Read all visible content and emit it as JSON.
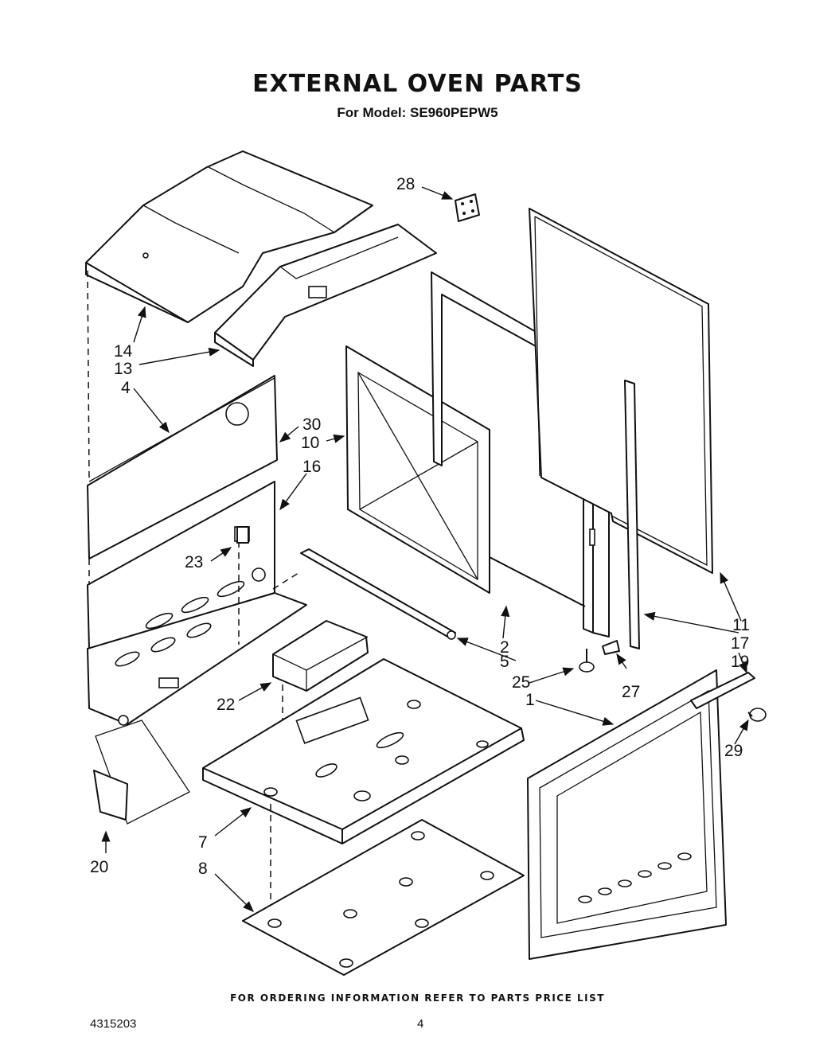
{
  "header": {
    "title": "EXTERNAL OVEN PARTS",
    "subtitle": "For Model: SE960PEPW5"
  },
  "footer": {
    "note": "FOR ORDERING INFORMATION REFER TO PARTS PRICE LIST",
    "doc_number": "4315203",
    "page_number": "4"
  },
  "callouts": {
    "c1": "1",
    "c2": "2",
    "c4": "4",
    "c5": "5",
    "c7": "7",
    "c8": "8",
    "c10": "10",
    "c11": "11",
    "c13": "13",
    "c14": "14",
    "c16": "16",
    "c17": "17",
    "c19": "19",
    "c20": "20",
    "c22": "22",
    "c23": "23",
    "c25": "25",
    "c27": "27",
    "c28": "28",
    "c29": "29",
    "c30": "30"
  }
}
